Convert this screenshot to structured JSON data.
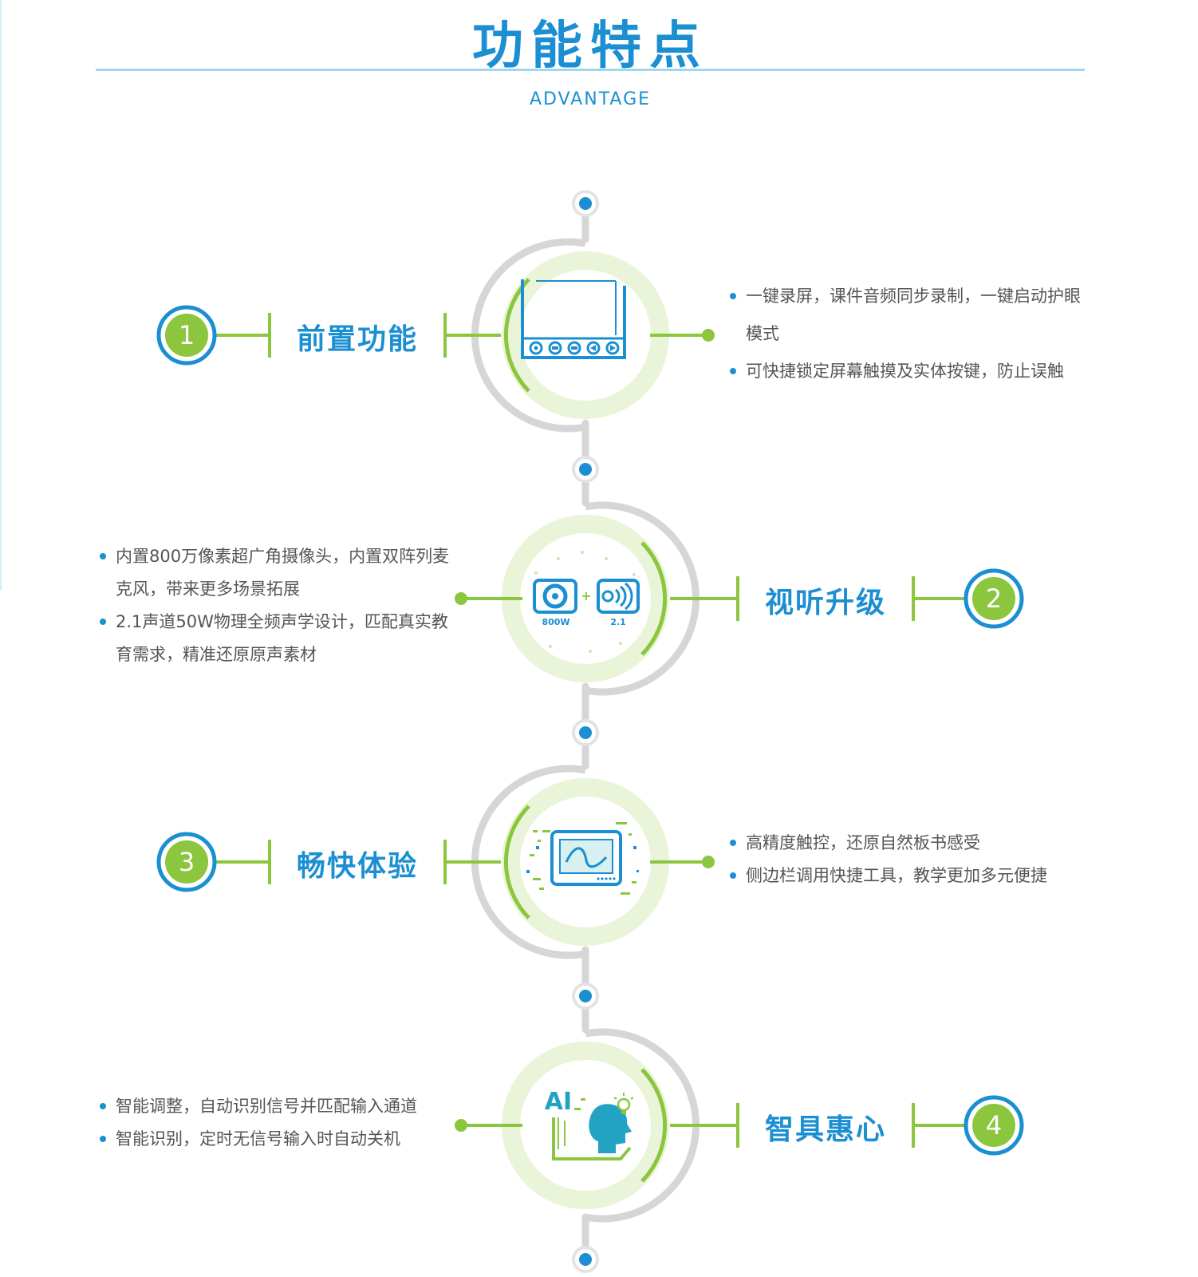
{
  "title": "功能特点",
  "subtitle": "ADVANTAGE",
  "features": [
    {
      "number": "1",
      "heading": "前置功能",
      "points": [
        "一键录屏，课件音频同步录制，一键启动护眼模式",
        "可快捷锁定屏幕触摸及实体按键，防止误触"
      ]
    },
    {
      "number": "2",
      "heading": "视听升级",
      "points": [
        "内置800万像素超广角摄像头，内置双阵列麦克风，带来更多场景拓展",
        "2.1声道50W物理全频声学设计，匹配真实教育需求，精准还原原声素材"
      ],
      "icon_labels": {
        "camera": "800W",
        "speaker": "2.1",
        "plus": "+"
      }
    },
    {
      "number": "3",
      "heading": "畅快体验",
      "points": [
        "高精度触控，还原自然板书感受",
        "侧边栏调用快捷工具，教学更加多元便捷"
      ]
    },
    {
      "number": "4",
      "heading": "智具惠心",
      "points": [
        "智能调整，自动识别信号并匹配输入通道",
        "智能识别，定时无信号输入时自动关机"
      ],
      "icon_labels": {
        "ai": "AI"
      }
    }
  ],
  "icons": [
    "front-panel-buttons-icon",
    "camera-speaker-icon",
    "touch-screen-icon",
    "ai-head-icon"
  ],
  "colors": {
    "blue": "#1b8fd2",
    "green": "#8cc63f",
    "light_green": "#e9f4d9",
    "gray": "#d6d6d6"
  }
}
